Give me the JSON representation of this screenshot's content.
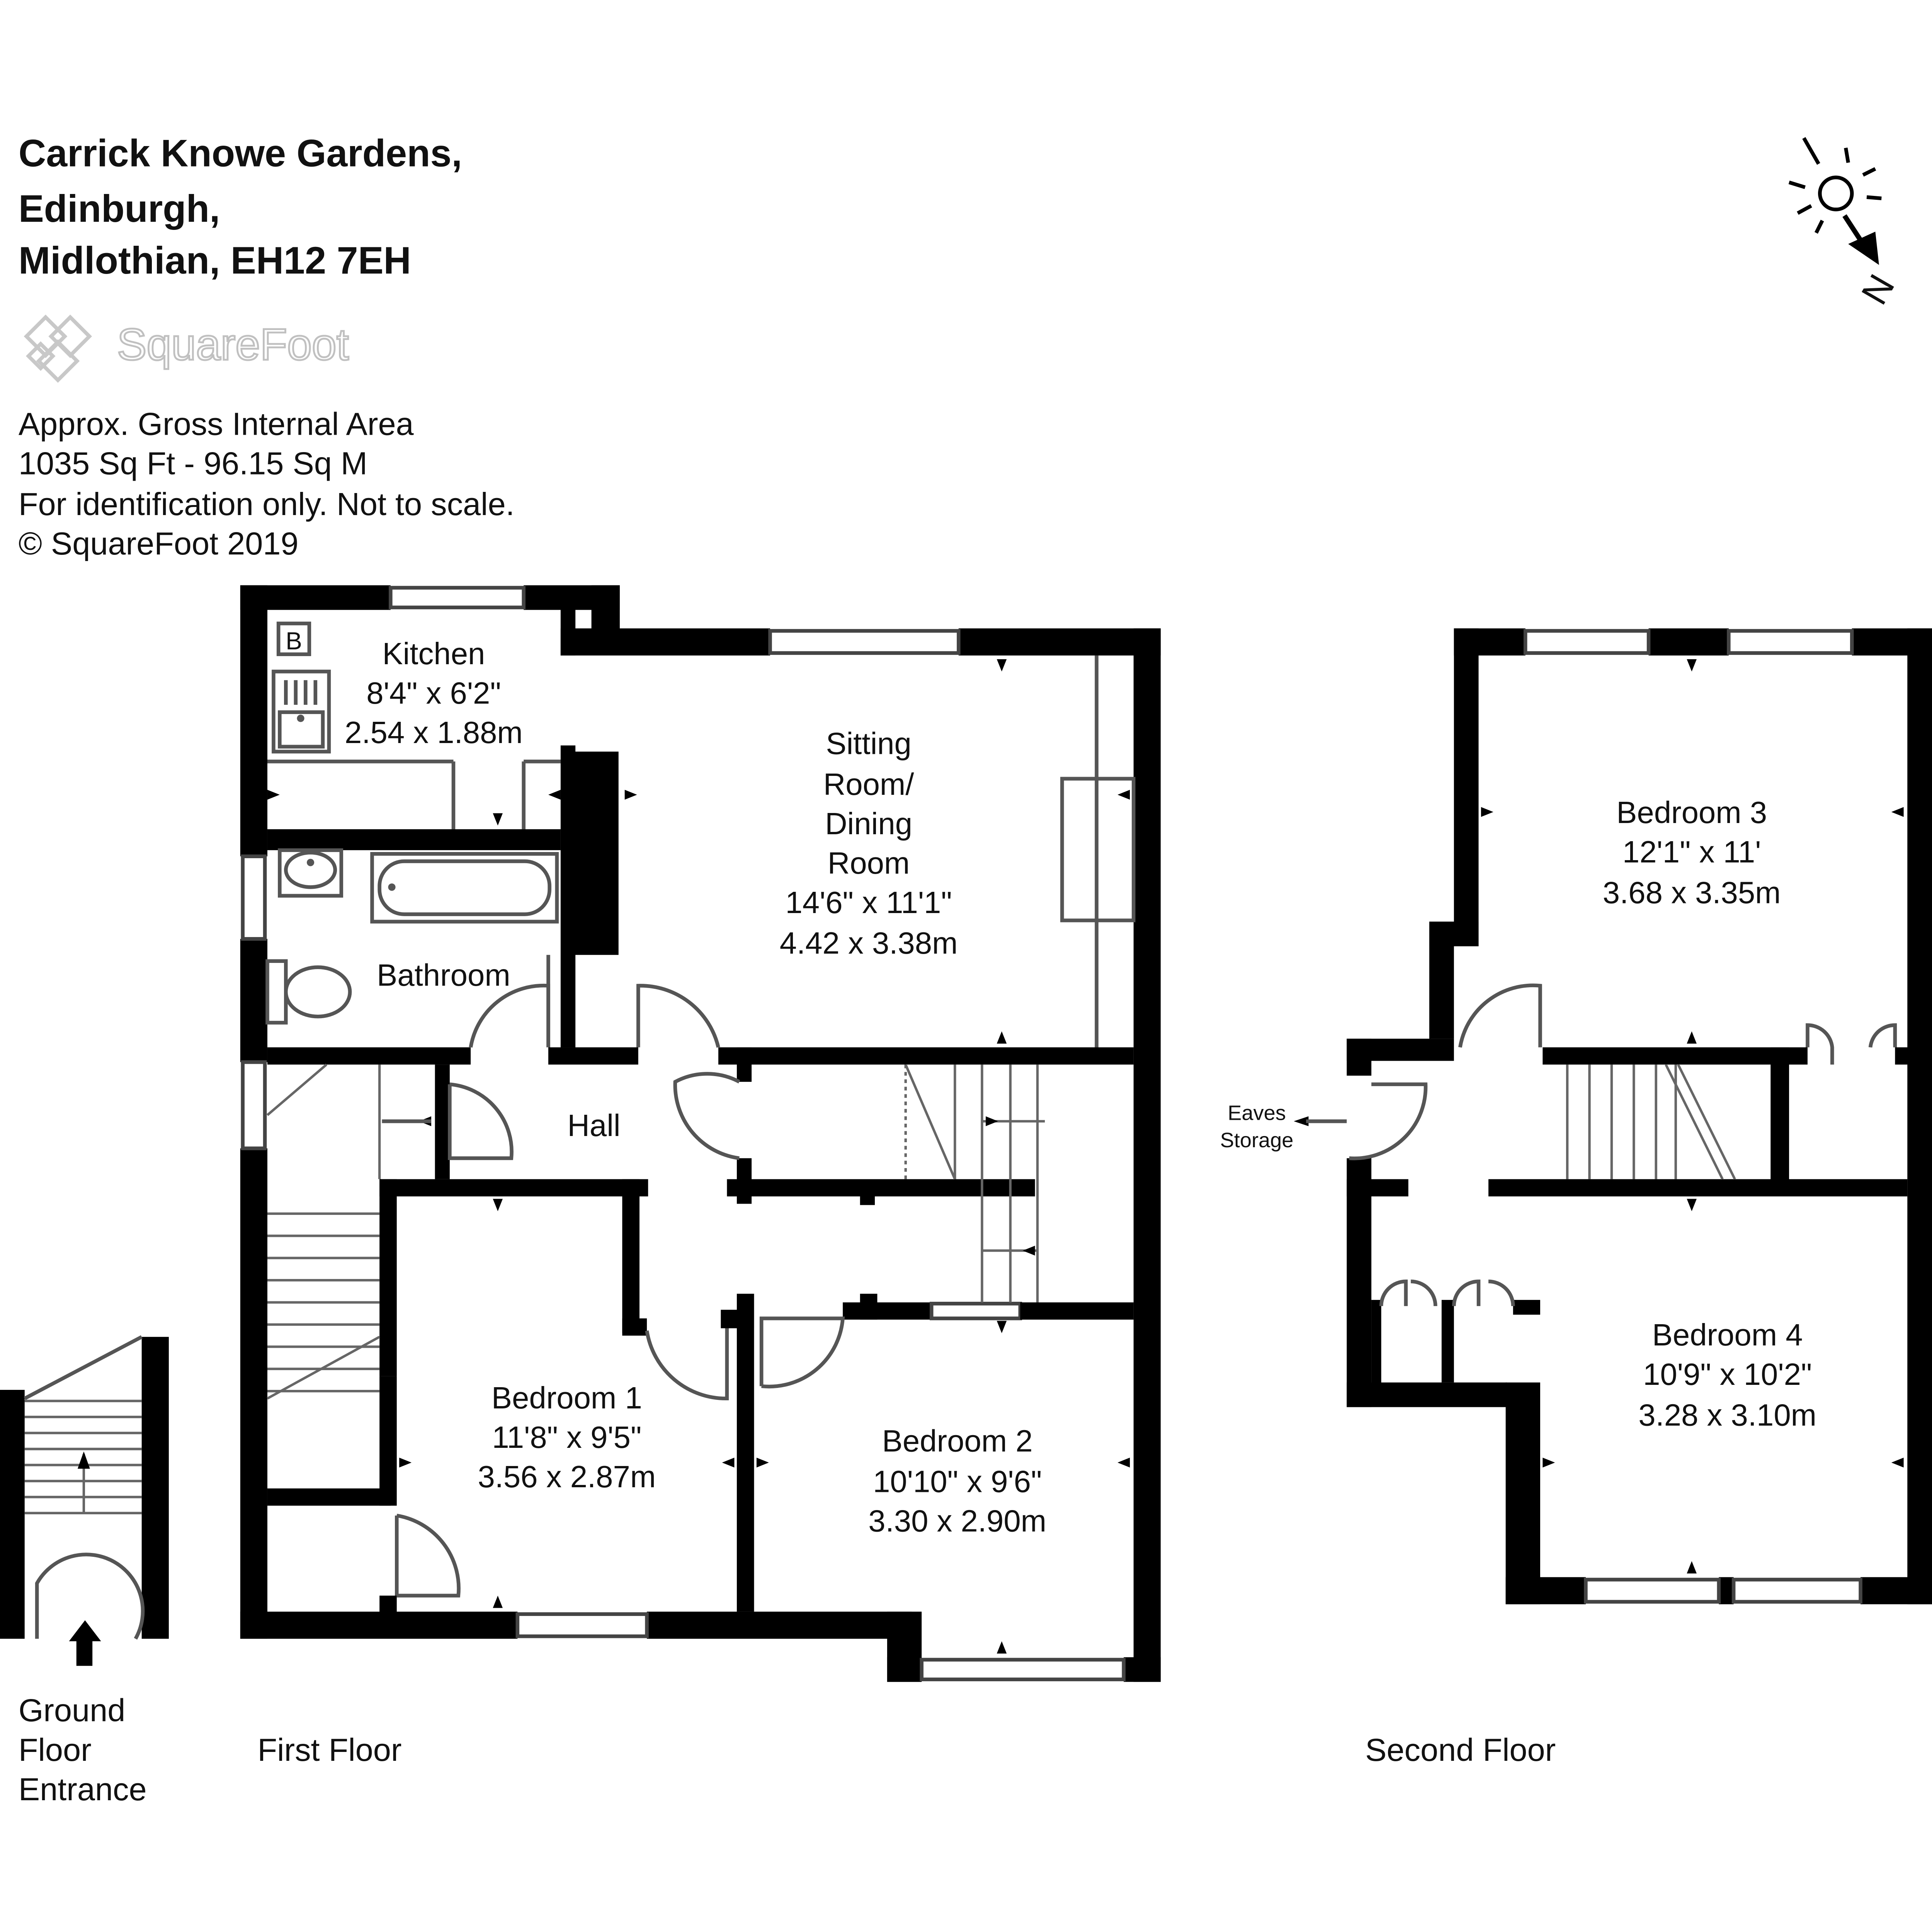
{
  "address": {
    "line1": "Carrick Knowe Gardens,",
    "line2": "Edinburgh,",
    "line3": "Midlothian, EH12 7EH"
  },
  "logo": {
    "text": "SquareFoot"
  },
  "area_info": {
    "line1": "Approx. Gross Internal Area",
    "line2": "1035 Sq Ft  -  96.15 Sq M",
    "line3": "For identification only. Not to scale.",
    "line4": "© SquareFoot 2019"
  },
  "compass": {
    "label": "N"
  },
  "floors": {
    "ground": {
      "line1": "Ground",
      "line2": "Floor",
      "line3": "Entrance"
    },
    "first": "First Floor",
    "second": "Second Floor"
  },
  "rooms": {
    "kitchen": {
      "name": "Kitchen",
      "imperial": "8'4\" x 6'2\"",
      "metric": "2.54 x 1.88m",
      "boiler": "B"
    },
    "sitting": {
      "line1": "Sitting",
      "line2": "Room/",
      "line3": "Dining",
      "line4": "Room",
      "imperial": "14'6\" x 11'1\"",
      "metric": "4.42 x 3.38m"
    },
    "bathroom": {
      "name": "Bathroom"
    },
    "hall": {
      "name": "Hall"
    },
    "bedroom1": {
      "name": "Bedroom 1",
      "imperial": "11'8\" x 9'5\"",
      "metric": "3.56 x 2.87m"
    },
    "bedroom2": {
      "name": "Bedroom 2",
      "imperial": "10'10\" x 9'6\"",
      "metric": "3.30 x 2.90m"
    },
    "bedroom3": {
      "name": "Bedroom 3",
      "imperial": "12'1\" x 11'",
      "metric": "3.68 x 3.35m"
    },
    "bedroom4": {
      "name": "Bedroom 4",
      "imperial": "10'9\" x 10'2\"",
      "metric": "3.28 x 3.10m"
    },
    "eaves": {
      "line1": "Eaves",
      "line2": "Storage"
    }
  }
}
